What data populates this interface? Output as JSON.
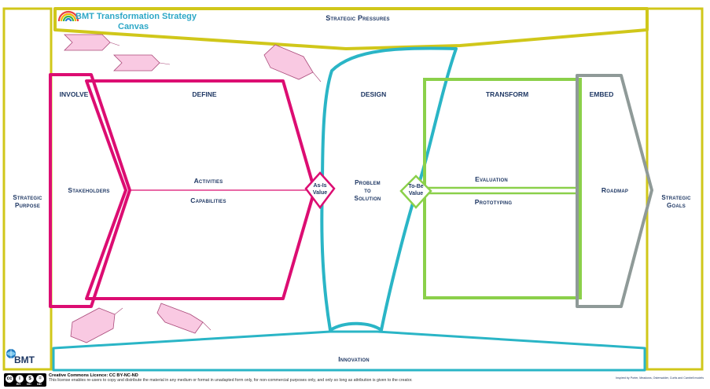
{
  "header": {
    "title_line1": "BMT Transformation Strategy",
    "title_line2": "Canvas"
  },
  "frame": {
    "strategic_pressures": "Strategic Pressures",
    "strategic_purpose": [
      "Strategic",
      "Purpose"
    ],
    "strategic_goals": [
      "Strategic",
      "Goals"
    ],
    "innovation": "Innovation"
  },
  "sections": {
    "involve": "INVOLVE",
    "define": "DEFINE",
    "design": "DESIGN",
    "transform": "TRANSFORM",
    "embed": "EMBED"
  },
  "items": {
    "stakeholders": "Stakeholders",
    "activities": "Activities",
    "capabilities": "Capabilities",
    "problem_to_solution": [
      "Problem",
      "to",
      "Solution"
    ],
    "evaluation": "Evaluation",
    "prototyping": "Prototyping",
    "roadmap": "Roadmap"
  },
  "values": {
    "as_is": [
      "As-Is",
      "Value"
    ],
    "to_be": [
      "To-Be",
      "Value"
    ]
  },
  "footer": {
    "license_title": "Creative Commons Licence: CC BY-NC-ND",
    "license_text": "This license enables re-users to copy and distribute the material in any medium or format in unadapted form only, for non-commercial purposes only, and only so long as attribution is given to the creator.",
    "right_note": "Inspired by Porter, Meadows, Osterwalder, Curtis and Cambell models",
    "bmt_logo_text": "BMT",
    "cc_badge": [
      "cc",
      "BY",
      "NC",
      "ND"
    ]
  },
  "colors": {
    "yellow": "#d0c71a",
    "magenta": "#dc0d72",
    "teal": "#2ab5c6",
    "green": "#8bd04a",
    "grey": "#8f9a98",
    "navy": "#1f3864",
    "pink_fill": "#f9c9e2"
  },
  "icons": [
    "rainbow-logo-icon",
    "bmt-globe-icon",
    "creative-commons-icon",
    "pressure-arrow-icon"
  ]
}
